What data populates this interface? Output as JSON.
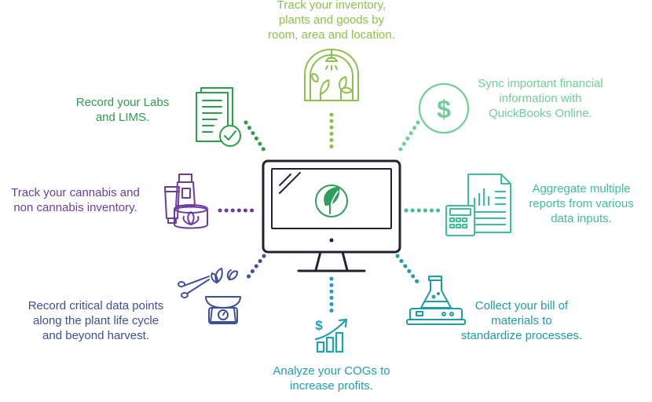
{
  "colors": {
    "monitor": "#1e2530",
    "leaf": "#2e9e5b",
    "inventory": "#8cc14b",
    "quickbooks": "#6fcf97",
    "reports": "#3dbf9a",
    "bom": "#1f9ea0",
    "cogs": "#1fa0b3",
    "lifecycle": "#3f4f9a",
    "cannabis": "#6a3e9e",
    "labs": "#2ba04a"
  },
  "features": {
    "inventory": {
      "lines": [
        "Track your inventory,",
        "plants and goods by",
        "room, area and location."
      ],
      "icon": "greenhouse-icon"
    },
    "quickbooks": {
      "lines": [
        "Sync important financial",
        "information with",
        "QuickBooks Online."
      ],
      "icon": "dollar-coin-icon"
    },
    "reports": {
      "lines": [
        "Aggregate multiple",
        "reports from various",
        "data inputs."
      ],
      "icon": "calculator-report-icon"
    },
    "bom": {
      "lines": [
        "Collect your bill of",
        "materials to",
        "standardize processes."
      ],
      "icon": "lab-flask-scale-icon"
    },
    "cogs": {
      "lines": [
        "Analyze your COGs to",
        "increase profits."
      ],
      "icon": "growth-chart-icon"
    },
    "lifecycle": {
      "lines": [
        "Record critical data points",
        "along the plant life cycle",
        "and beyond harvest."
      ],
      "icon": "scale-shears-icon"
    },
    "cannabis": {
      "lines": [
        "Track your cannabis and",
        "non cannabis inventory."
      ],
      "icon": "products-icon"
    },
    "labs": {
      "lines": [
        "Record your Labs",
        "and LIMS."
      ],
      "icon": "document-check-icon"
    }
  }
}
